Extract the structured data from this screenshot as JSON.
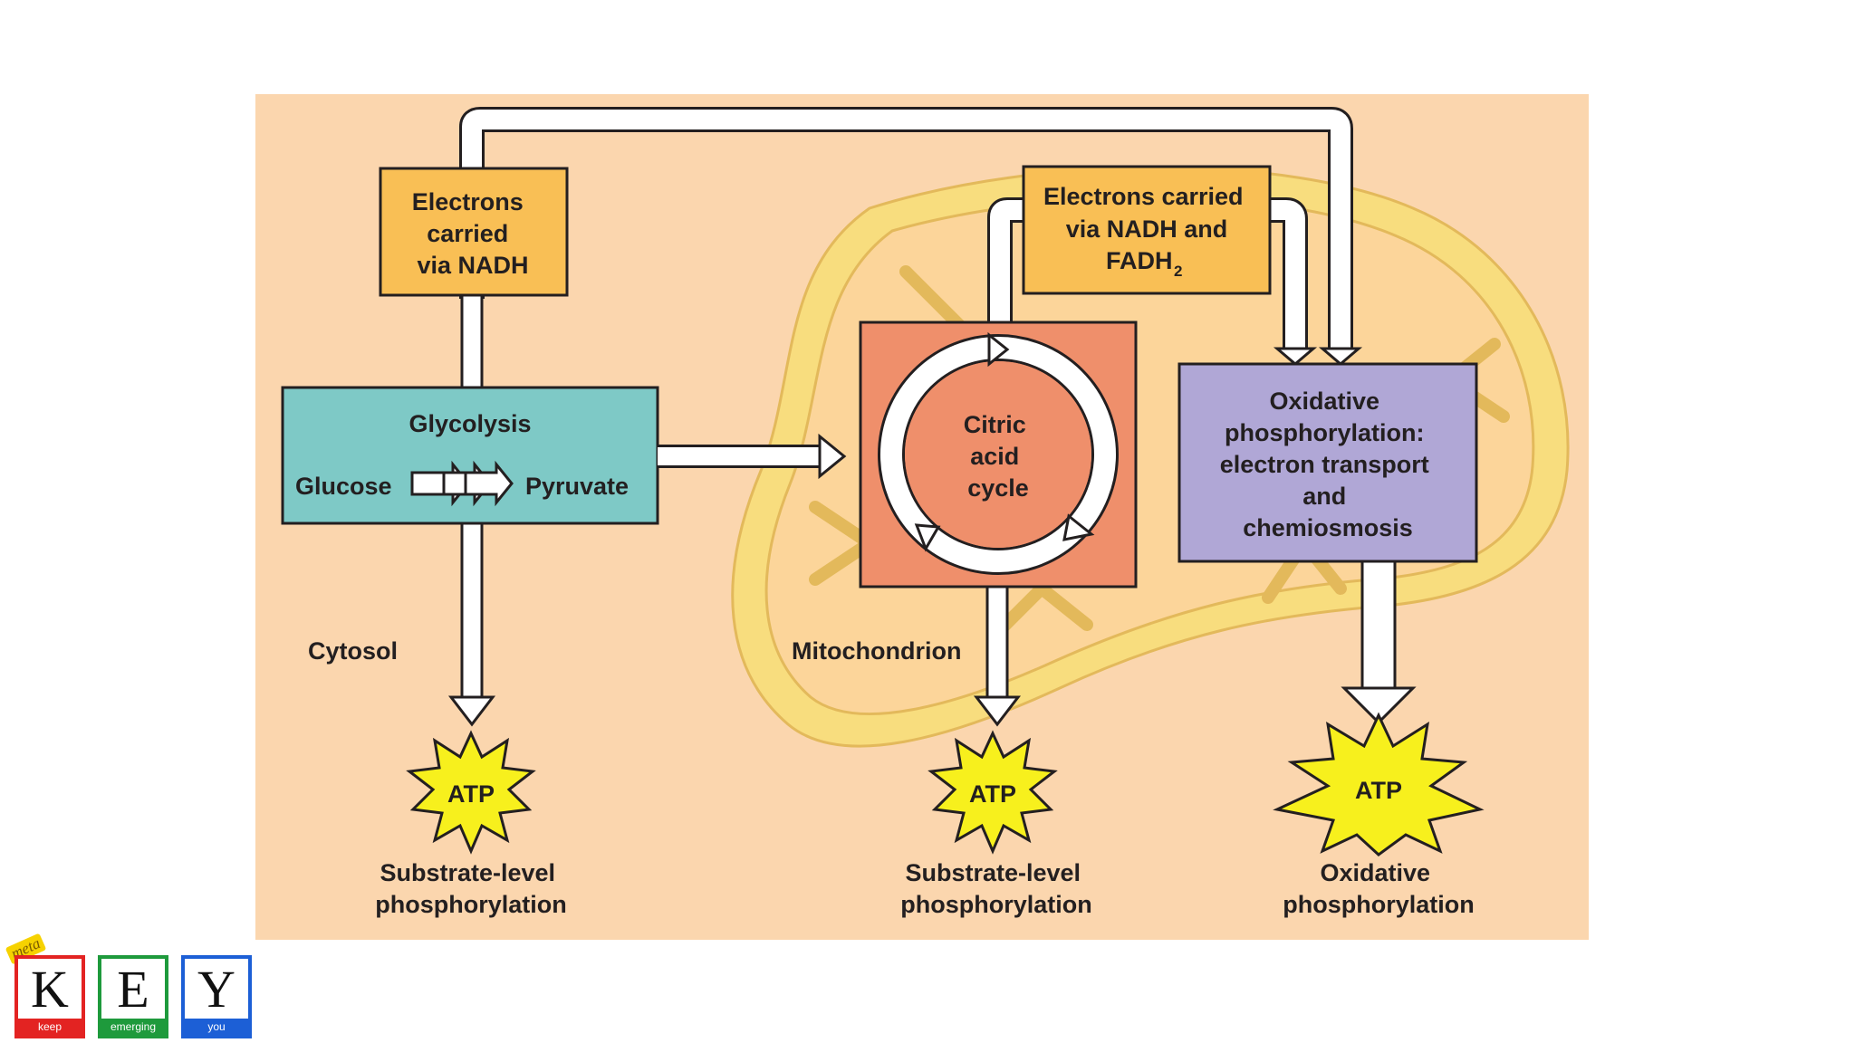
{
  "diagram": {
    "title_boxes": {
      "electrons_nadh": [
        "Electrons",
        "carried",
        "via NADH"
      ],
      "electrons_nadh_fadh": [
        "Electrons carried",
        "via NADH and",
        "FADH",
        "2"
      ]
    },
    "glycolysis": {
      "title": "Glycolysis",
      "input": "Glucose",
      "output": "Pyruvate"
    },
    "citric_acid_cycle": [
      "Citric",
      "acid",
      "cycle"
    ],
    "oxidative_box": [
      "Oxidative",
      "phosphorylation:",
      "electron transport",
      "and",
      "chemiosmosis"
    ],
    "region_labels": {
      "cytosol": "Cytosol",
      "mitochondrion": "Mitochondrion"
    },
    "atp_label": "ATP",
    "outputs": [
      [
        "Substrate-level",
        "phosphorylation"
      ],
      [
        "Substrate-level",
        "phosphorylation"
      ],
      [
        "Oxidative",
        "phosphorylation"
      ]
    ]
  },
  "logo": {
    "tag": "meta",
    "letters": [
      {
        "letter": "K",
        "word": "keep"
      },
      {
        "letter": "E",
        "word": "emerging"
      },
      {
        "letter": "Y",
        "word": "you"
      }
    ]
  },
  "colors": {
    "background_panel": "#fbd6ae",
    "mitochondrion_fill": "#f8dd7e",
    "electron_box": "#f9bf55",
    "glycolysis_box": "#7ec9c6",
    "citric_box": "#ef8f6b",
    "oxidative_box": "#b0a7d6",
    "atp_star": "#f7f01d"
  }
}
